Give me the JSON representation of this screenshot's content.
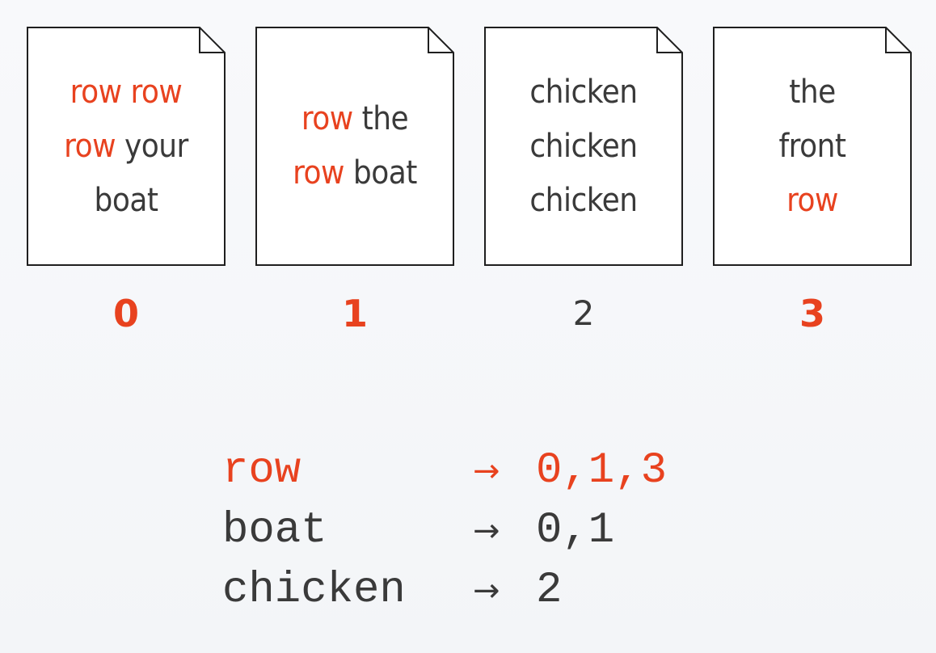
{
  "documents": [
    {
      "id": "0",
      "matches": true,
      "lines": [
        [
          {
            "text": "row row",
            "hit": true
          }
        ],
        [
          {
            "text": "row",
            "hit": true
          },
          {
            "text": " your",
            "hit": false
          }
        ],
        [
          {
            "text": "boat",
            "hit": false
          }
        ]
      ]
    },
    {
      "id": "1",
      "matches": true,
      "lines": [
        [
          {
            "text": "row",
            "hit": true
          },
          {
            "text": " the",
            "hit": false
          }
        ],
        [
          {
            "text": "row",
            "hit": true
          },
          {
            "text": " boat",
            "hit": false
          }
        ]
      ]
    },
    {
      "id": "2",
      "matches": false,
      "lines": [
        [
          {
            "text": "chicken",
            "hit": false
          }
        ],
        [
          {
            "text": "chicken",
            "hit": false
          }
        ],
        [
          {
            "text": "chicken",
            "hit": false
          }
        ]
      ]
    },
    {
      "id": "3",
      "matches": true,
      "lines": [
        [
          {
            "text": "the",
            "hit": false
          }
        ],
        [
          {
            "text": "front",
            "hit": false
          }
        ],
        [
          {
            "text": "row",
            "hit": true
          }
        ]
      ]
    }
  ],
  "index": [
    {
      "term": "row",
      "arrow": "→",
      "postings": "0,1,3",
      "highlight": true
    },
    {
      "term": "boat",
      "arrow": "→",
      "postings": "0,1",
      "highlight": false
    },
    {
      "term": "chicken",
      "arrow": "→",
      "postings": "2",
      "highlight": false
    }
  ],
  "colors": {
    "highlight": "#e8421f",
    "text": "#3a3a3a",
    "page_border": "#1f1f1f",
    "page_fill": "#ffffff"
  }
}
